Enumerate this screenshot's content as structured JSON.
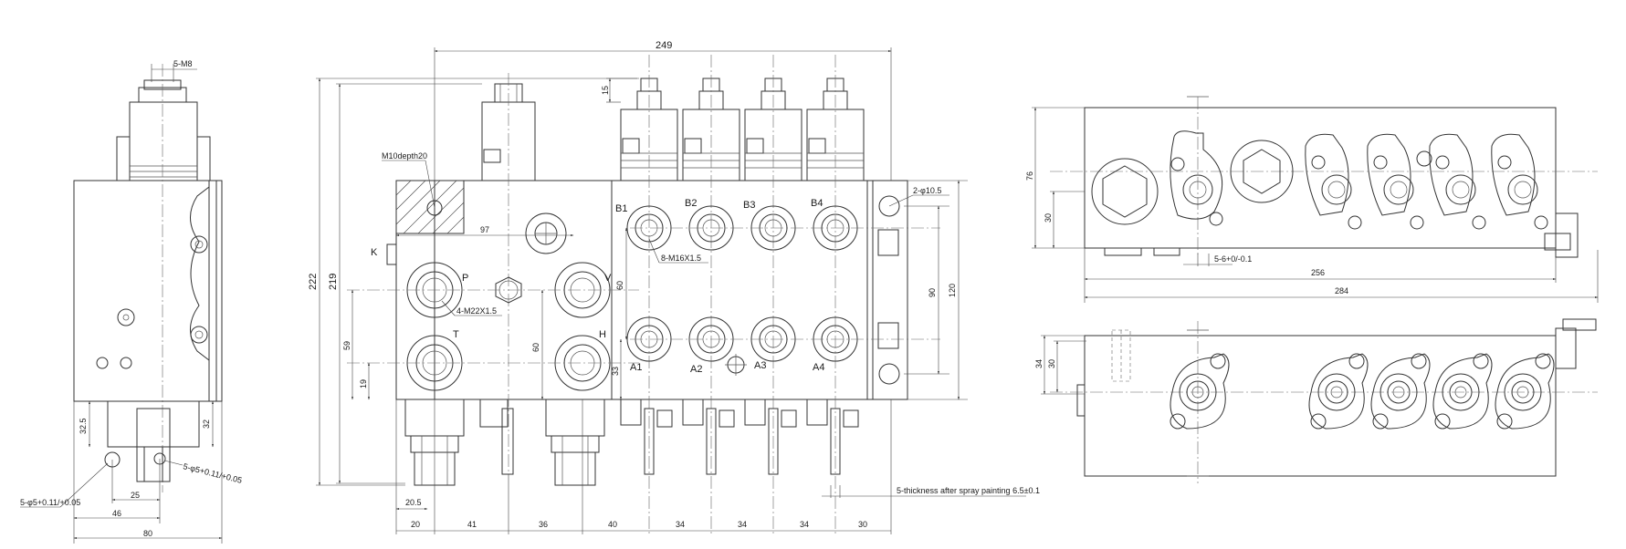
{
  "side_view": {
    "thread_top": "5-M8",
    "dim_32_5": "32.5",
    "dim_32": "32",
    "dim_25": "25",
    "dim_46": "46",
    "dim_80": "80",
    "tol_left": "5-φ5+0.11/+0.05",
    "tol_right": "5-φ5+0.11/+0.05"
  },
  "front_view": {
    "dim_249": "249",
    "dim_15": "15",
    "dim_222": "222",
    "dim_219": "219",
    "mount_thread": "M10depth20",
    "dim_97": "97",
    "port_K": "K",
    "port_P": "P",
    "port_T": "T",
    "port_V": "V",
    "port_H": "H",
    "thread_main": "4-M22X1.5",
    "thread_work": "8-M16X1.5",
    "dim_59": "59",
    "dim_19": "19",
    "dim_60a": "60",
    "dim_60b": "60",
    "dim_33": "33",
    "dim_90": "90",
    "dim_120": "120",
    "hole_label": "2-φ10.5",
    "ports_B": [
      "B1",
      "B2",
      "B3",
      "B4"
    ],
    "ports_A": [
      "A1",
      "A2",
      "A3",
      "A4"
    ],
    "dim_20_5": "20.5",
    "bottom_dims": [
      "20",
      "41",
      "36",
      "40",
      "34",
      "34",
      "34",
      "30"
    ],
    "spray_note": "5-thickness after spray painting 6.5±0.1"
  },
  "top_view": {
    "dim_76": "76",
    "dim_30": "30",
    "slot": "5-6+0/-0.1",
    "dim_256": "256",
    "dim_284": "284"
  },
  "bottom_view": {
    "dim_34": "34",
    "dim_30": "30"
  }
}
